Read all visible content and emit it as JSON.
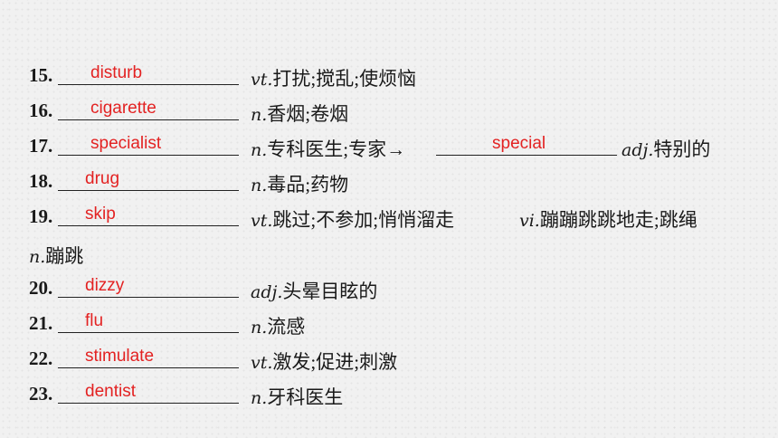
{
  "rows": [
    {
      "num": "15.",
      "answer": "disturb",
      "pos": "vt.",
      "meaning": "打扰;搅乱;使烦恼"
    },
    {
      "num": "16.",
      "answer": "cigarette",
      "pos": "n.",
      "meaning": "香烟;卷烟"
    },
    {
      "num": "17.",
      "answer": "specialist",
      "pos": "n.",
      "meaning": "专科医生;专家→",
      "answer2": "special",
      "pos2": "adj.",
      "meaning2": "特别的"
    },
    {
      "num": "18.",
      "answer": "drug",
      "pos": "n.",
      "meaning": "毒品;药物"
    },
    {
      "num": "19.",
      "answer": "skip",
      "pos": "vt.",
      "meaning": "跳过;不参加;悄悄溜走",
      "pos2": "vi.",
      "meaning2": "蹦蹦跳跳地走;跳绳",
      "pos3": "n.",
      "meaning3": "蹦跳"
    },
    {
      "num": "20.",
      "answer": "dizzy",
      "pos": "adj.",
      "meaning": "头晕目眩的"
    },
    {
      "num": "21.",
      "answer": "flu",
      "pos": "n.",
      "meaning": "流感"
    },
    {
      "num": "22.",
      "answer": "stimulate",
      "pos": "vt.",
      "meaning": "激发;促进;刺激"
    },
    {
      "num": "23.",
      "answer": "dentist",
      "pos": "n.",
      "meaning": "牙科医生"
    }
  ],
  "colors": {
    "answer": "#e32222",
    "text": "#1a1a1a",
    "background": "#f1f1f1"
  }
}
